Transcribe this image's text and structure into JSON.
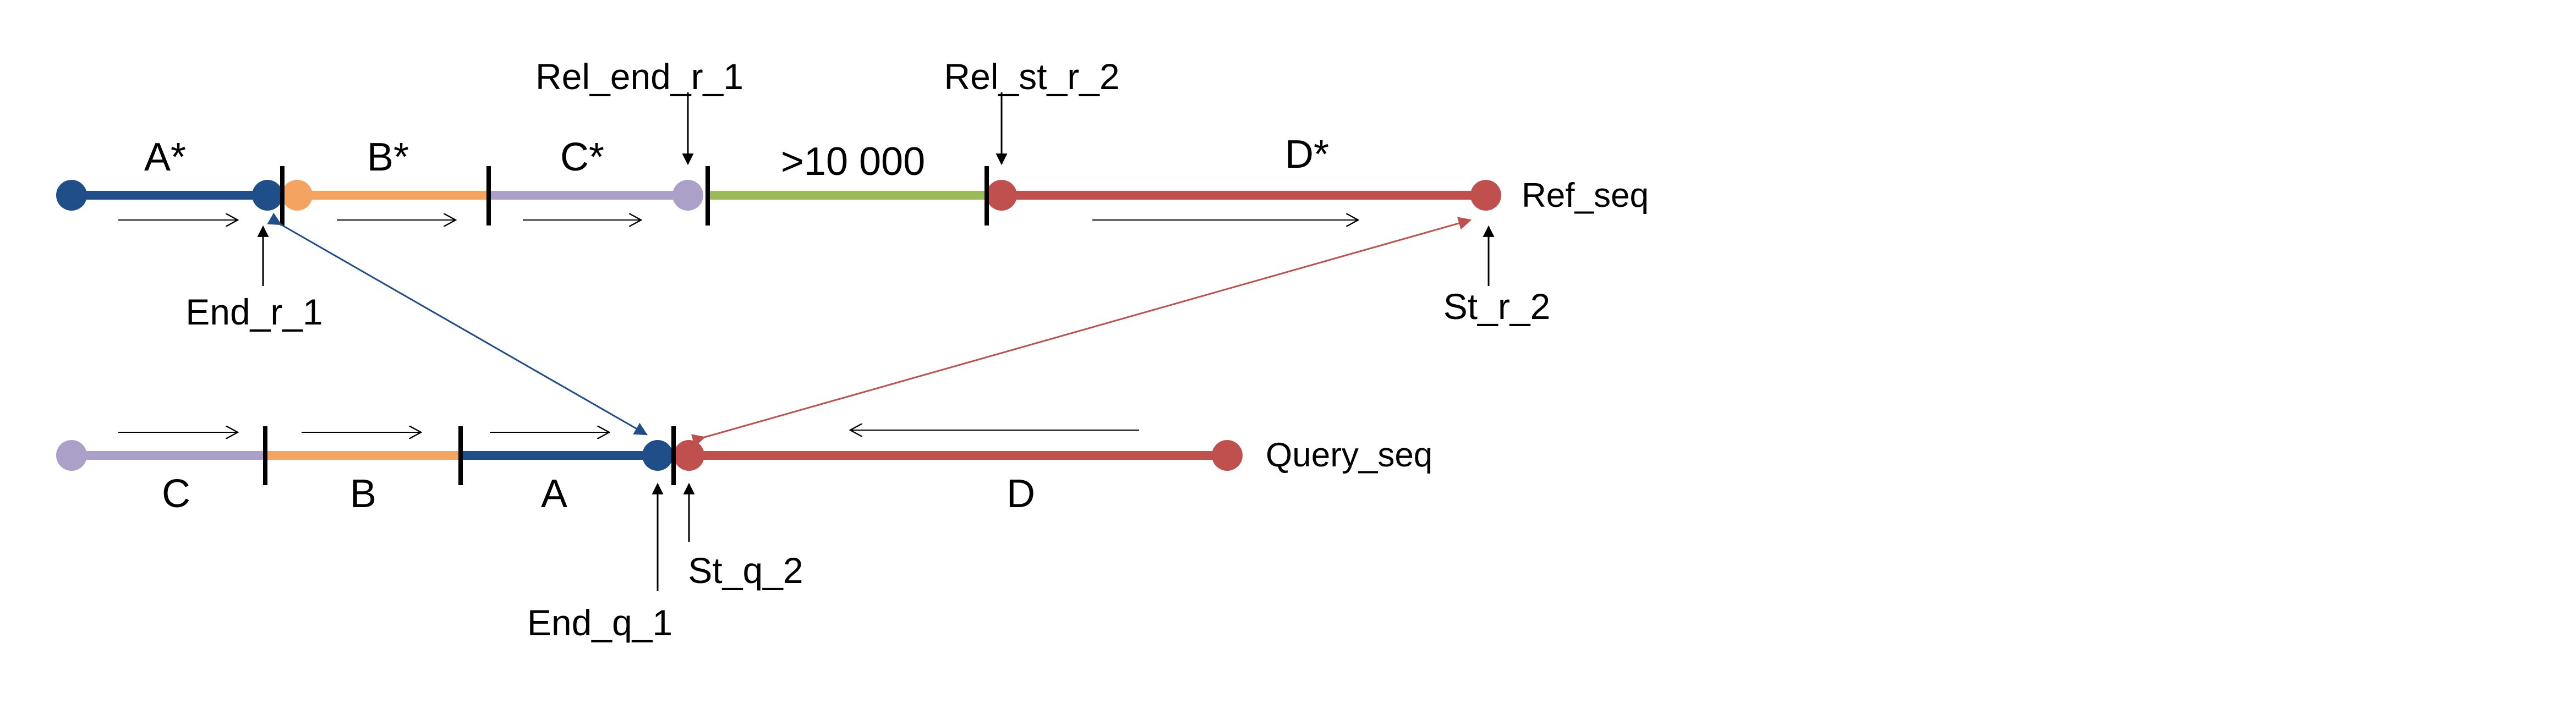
{
  "colors": {
    "navy": "#1f4e89",
    "orange": "#f4a460",
    "lavender": "#aaa0c8",
    "green": "#9bbb59",
    "red": "#c0504d",
    "black": "#000000"
  },
  "reference": {
    "name": "Ref_seq",
    "segments": [
      {
        "label": "A*",
        "color": "navy"
      },
      {
        "label": "B*",
        "color": "orange"
      },
      {
        "label": "C*",
        "color": "lavender"
      },
      {
        "label": ">10 000",
        "color": "green"
      },
      {
        "label": "D*",
        "color": "red"
      }
    ]
  },
  "query": {
    "name": "Query_seq",
    "segments": [
      {
        "label": "C",
        "color": "lavender"
      },
      {
        "label": "B",
        "color": "orange"
      },
      {
        "label": "A",
        "color": "navy"
      },
      {
        "label": "D",
        "color": "red"
      }
    ]
  },
  "markers": {
    "rel_end_r_1": "Rel_end_r_1",
    "rel_st_r_2": "Rel_st_r_2",
    "end_r_1": "End_r_1",
    "st_r_2": "St_r_2",
    "st_q_2": "St_q_2",
    "end_q_1": "End_q_1"
  }
}
